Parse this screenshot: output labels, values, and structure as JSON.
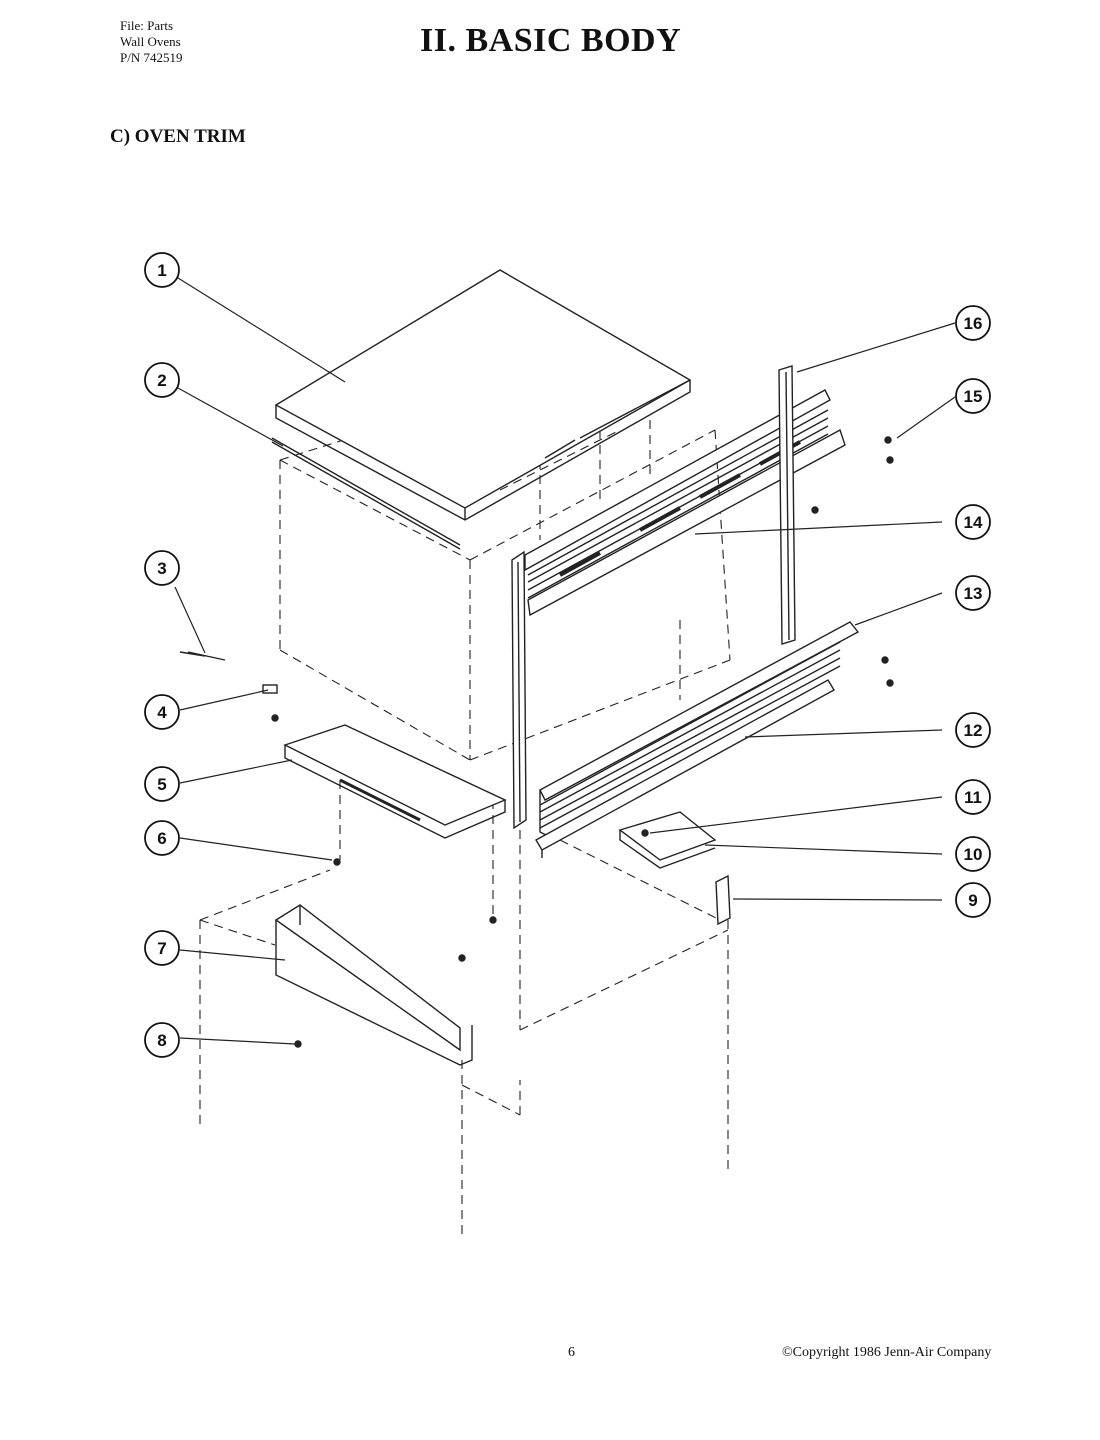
{
  "header": {
    "file_lines": [
      "File: Parts",
      "Wall Ovens",
      "P/N 742519"
    ],
    "title": "II. BASIC BODY"
  },
  "section": {
    "title": "C) OVEN TRIM"
  },
  "diagram": {
    "callouts": [
      "1",
      "2",
      "3",
      "4",
      "5",
      "6",
      "7",
      "8",
      "9",
      "10",
      "11",
      "12",
      "13",
      "14",
      "15",
      "16"
    ]
  },
  "footer": {
    "page_number": "6",
    "copyright": "©Copyright 1986 Jenn-Air Company"
  }
}
